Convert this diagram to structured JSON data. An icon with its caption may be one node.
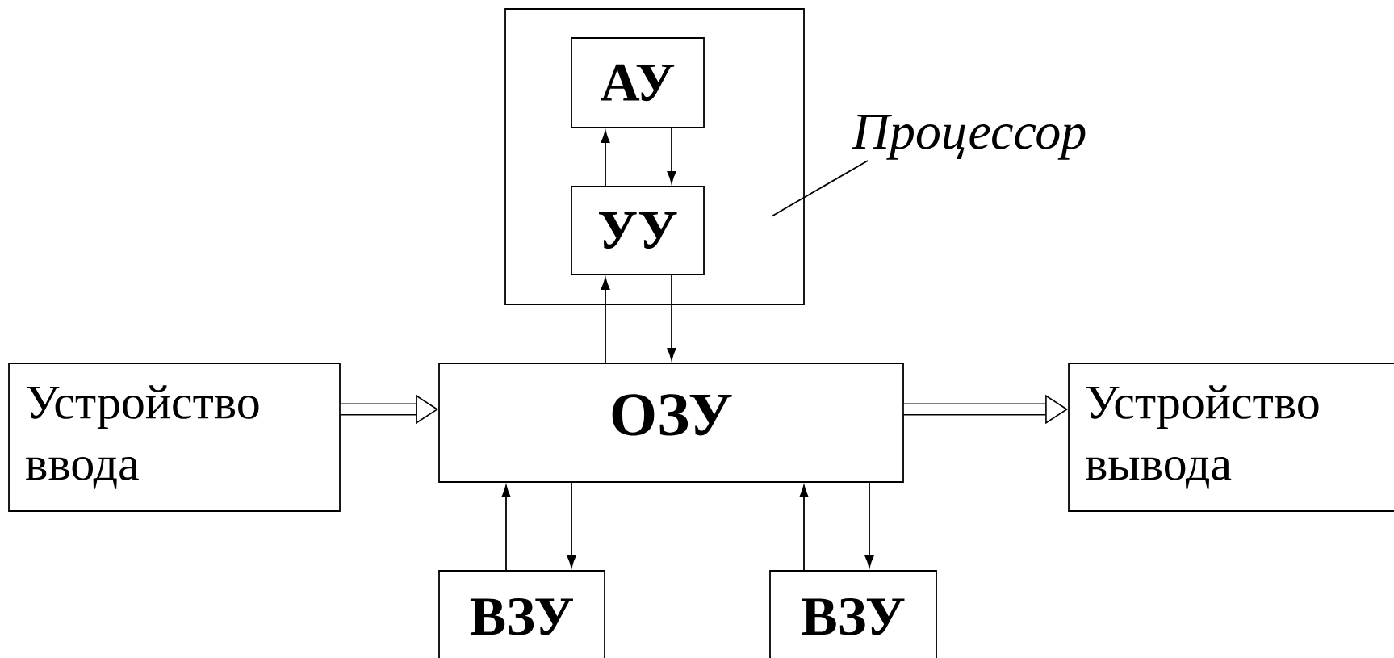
{
  "diagram": {
    "nodes": [
      {
        "text": [],
        "shape": "box"
      },
      {
        "text": [
          "АУ"
        ],
        "in": 0
      },
      {
        "text": [
          "УУ"
        ],
        "in": 0
      },
      {
        "text": [
          "Процессор"
        ]
      },
      {
        "text": [
          "Устройство ввода"
        ]
      },
      {
        "text": [
          "ОЗУ"
        ]
      },
      {
        "text": [
          "Устройство вывода"
        ]
      },
      {
        "text": [
          "ВЗУ"
        ]
      },
      {
        "text": [
          "ВЗУ"
        ]
      }
    ],
    "edges": [
      {
        "from": 2,
        "to": 1,
        "arrow": "to"
      },
      {
        "from": 1,
        "to": 2,
        "arrow": "to"
      },
      {
        "from": 5,
        "to": 2,
        "arrow": "to"
      },
      {
        "from": 2,
        "to": 5,
        "arrow": "to"
      },
      {
        "from": 3,
        "to": 0,
        "arrow": "none"
      },
      {
        "from": 4,
        "to": 5,
        "arrow": "to",
        "style": "thick"
      },
      {
        "from": 5,
        "to": 6,
        "arrow": "to",
        "style": "thick"
      },
      {
        "from": 7,
        "to": 5,
        "arrow": "to"
      },
      {
        "from": 5,
        "to": 7,
        "arrow": "to"
      },
      {
        "from": 8,
        "to": 5,
        "arrow": "to"
      },
      {
        "from": 5,
        "to": 8,
        "arrow": "to"
      }
    ]
  }
}
